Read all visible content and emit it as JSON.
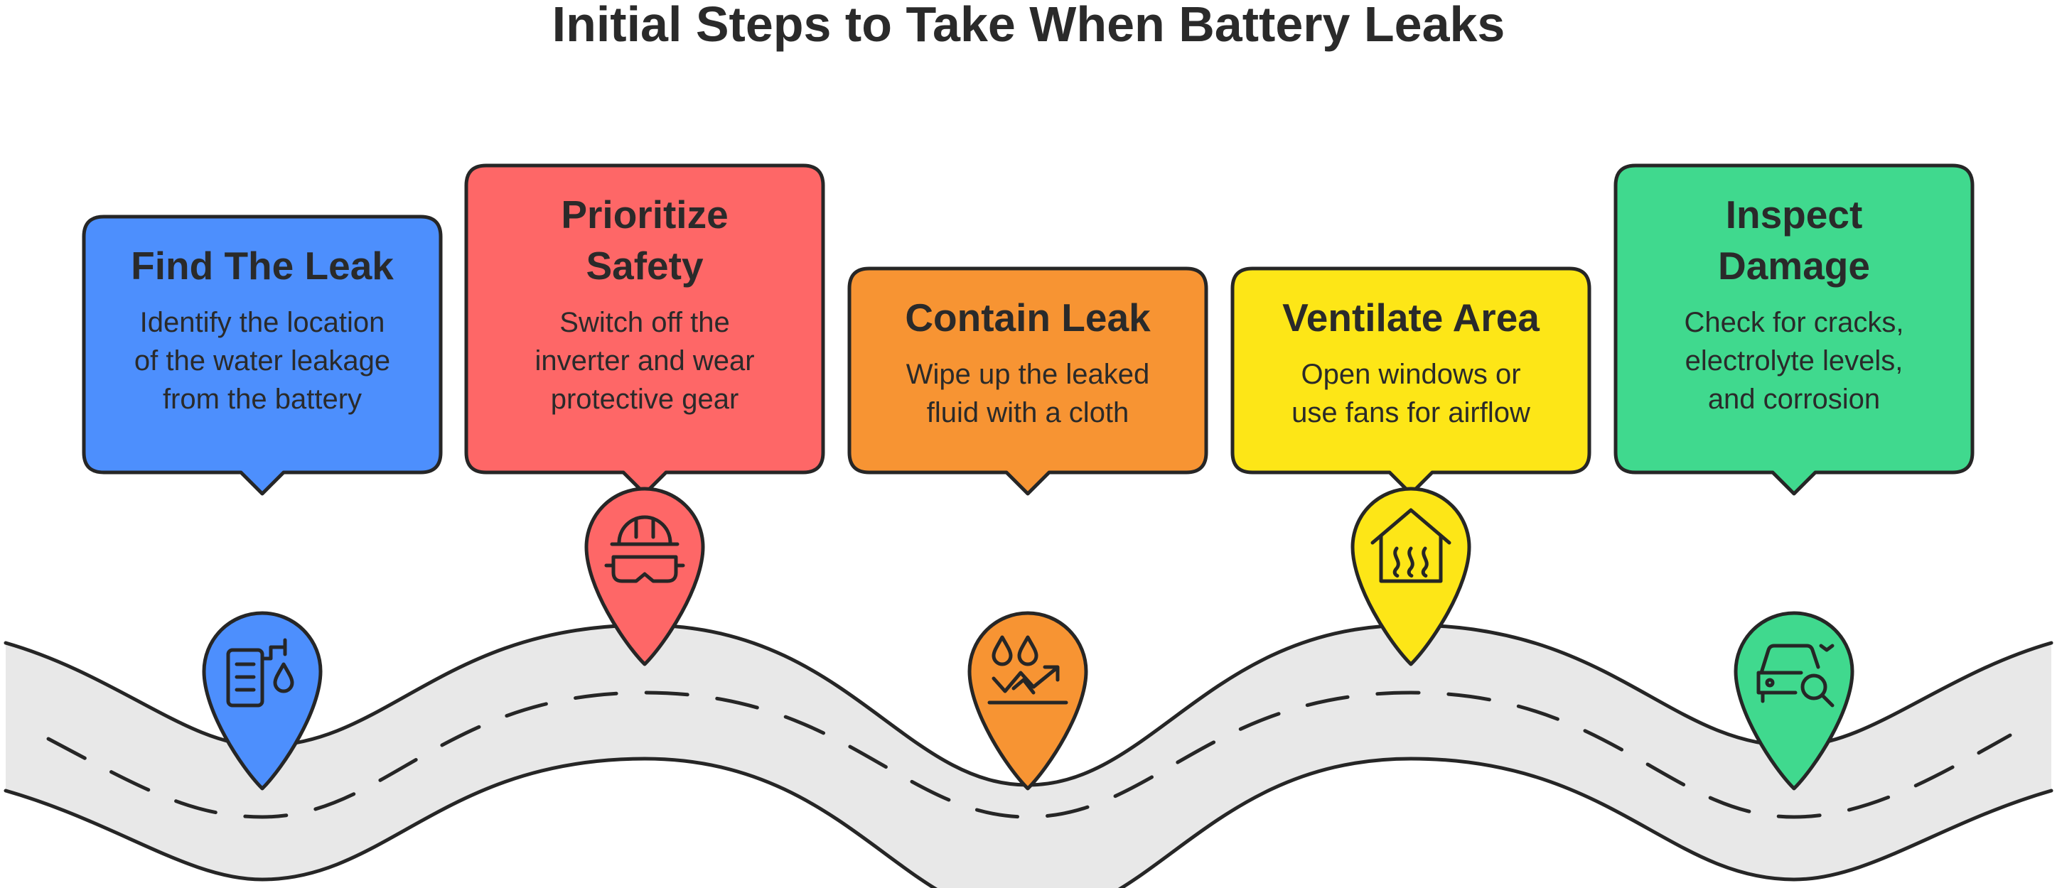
{
  "title": "Initial Steps to Take When Battery Leaks",
  "steps": [
    {
      "title_lines": [
        "Find The Leak"
      ],
      "desc_lines": [
        "Identify the location",
        "of the water leakage",
        "from the battery"
      ],
      "color": "#4d8ffd",
      "icon": "battery-leak-icon"
    },
    {
      "title_lines": [
        "Prioritize",
        "Safety"
      ],
      "desc_lines": [
        "Switch off the",
        "inverter and wear",
        "protective gear"
      ],
      "color": "#fe6767",
      "icon": "safety-helmet-goggles-icon"
    },
    {
      "title_lines": [
        "Contain Leak"
      ],
      "desc_lines": [
        "Wipe up the leaked",
        "fluid with a cloth"
      ],
      "color": "#f79433",
      "icon": "drops-wipe-icon"
    },
    {
      "title_lines": [
        "Ventilate Area"
      ],
      "desc_lines": [
        "Open windows or",
        "use fans for airflow"
      ],
      "color": "#fde617",
      "icon": "house-airflow-icon"
    },
    {
      "title_lines": [
        "Inspect",
        "Damage"
      ],
      "desc_lines": [
        "Check for cracks,",
        "electrolyte levels,",
        "and corrosion"
      ],
      "color": "#40d98e",
      "icon": "car-inspect-icon"
    }
  ],
  "road_color": "#e8e8e8"
}
